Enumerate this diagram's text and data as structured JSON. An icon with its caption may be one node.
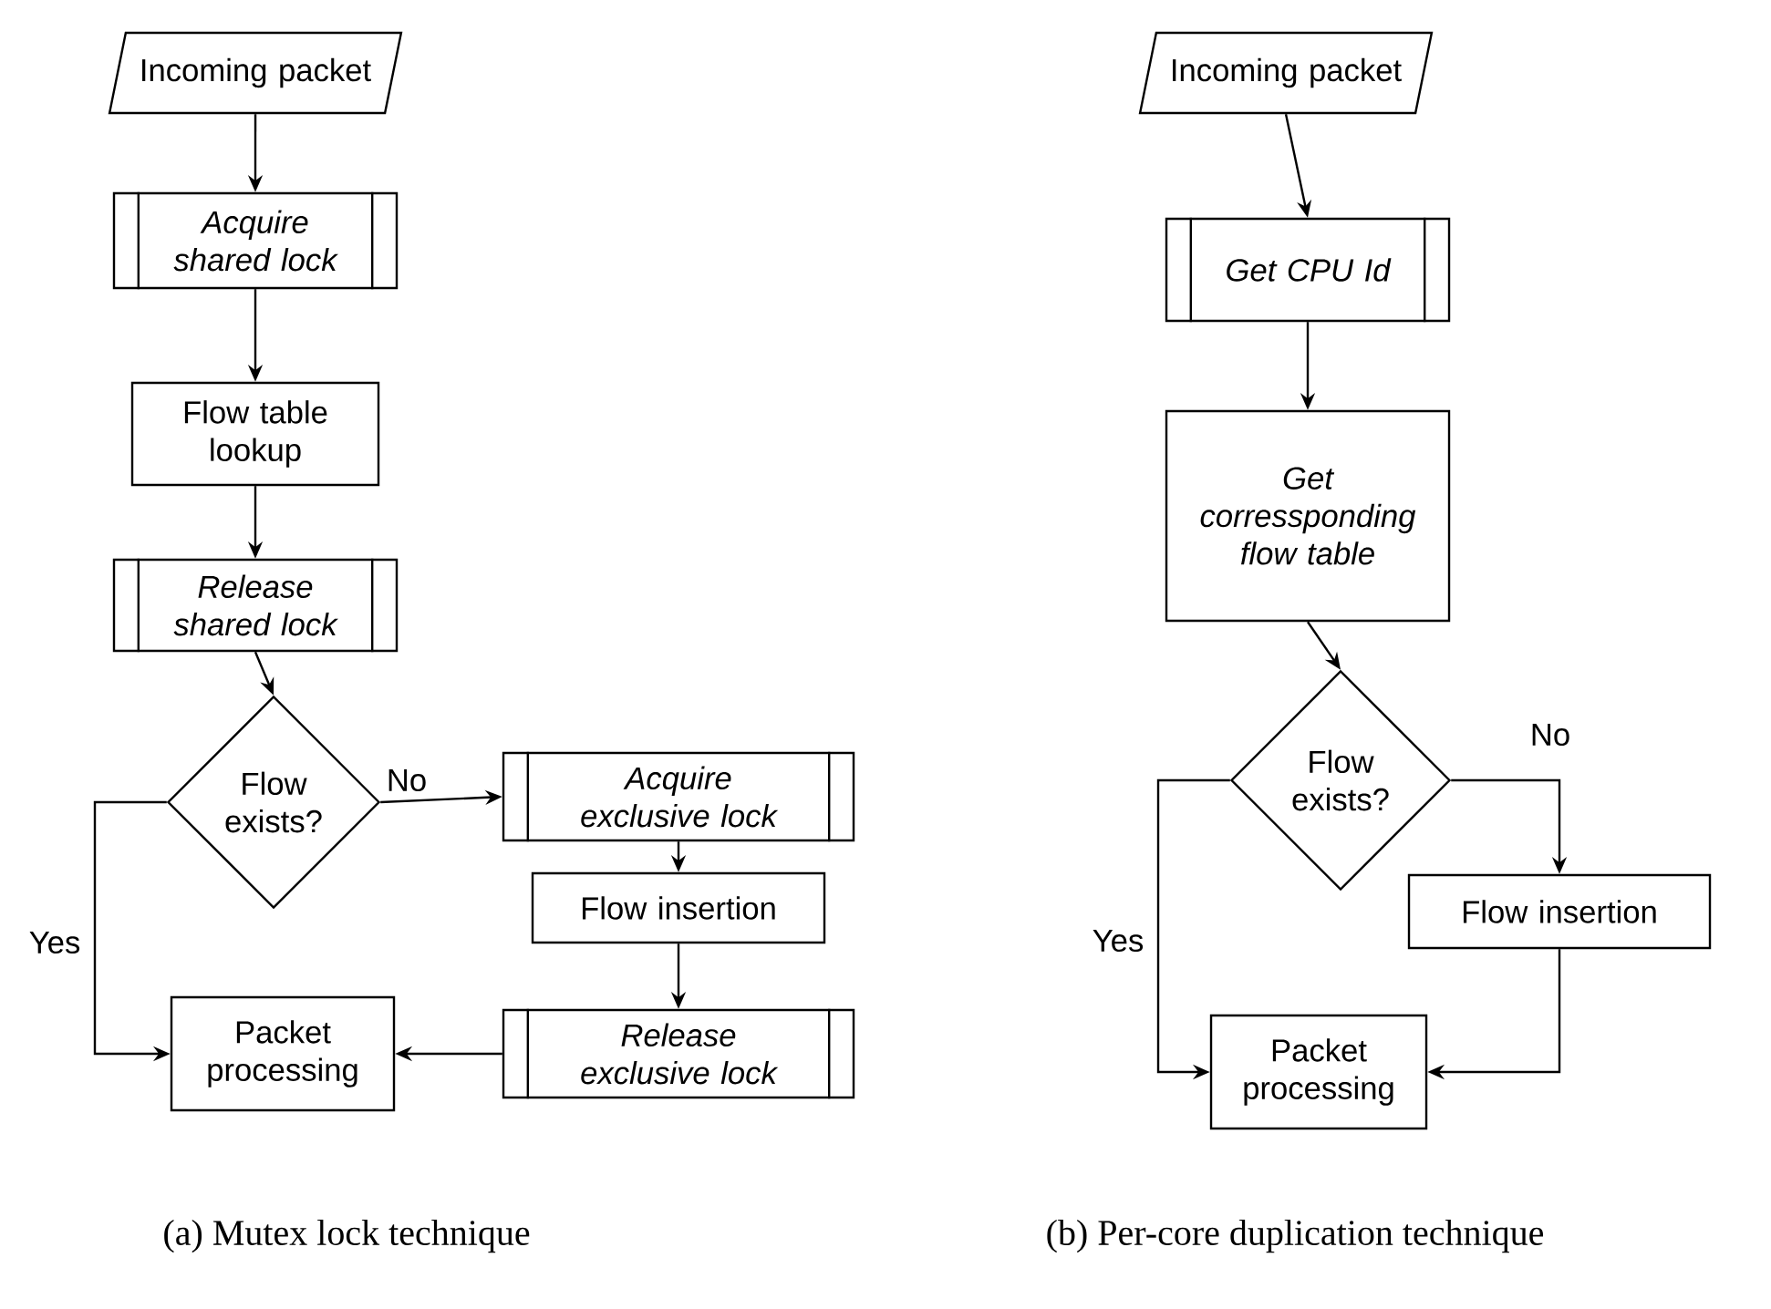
{
  "diagram": {
    "nodes": [
      {
        "text": [
          "Incoming packet"
        ]
      },
      {
        "text": [
          "Acquire shared lock"
        ]
      },
      {
        "text": [
          "Flow table lookup"
        ]
      },
      {
        "text": [
          "Release shared lock"
        ]
      },
      {
        "text": [
          "Flow exists?"
        ]
      },
      {
        "text": [
          "Acquire exclusive lock"
        ]
      },
      {
        "text": [
          "Flow insertion"
        ]
      },
      {
        "text": [
          "Packet processing"
        ]
      },
      {
        "text": [
          "Release exclusive lock"
        ]
      },
      {
        "text": [
          "Incoming packet"
        ]
      },
      {
        "text": [
          "Get CPU Id"
        ]
      },
      {
        "text": [
          "Get corressponding flow table"
        ]
      },
      {
        "text": [
          "Flow exists?"
        ]
      },
      {
        "text": [
          "Flow insertion"
        ]
      },
      {
        "text": [
          "Packet processing"
        ]
      }
    ],
    "edges": [
      {
        "from": 0,
        "to": 1,
        "arrow": "to"
      },
      {
        "from": 1,
        "to": 2,
        "arrow": "to"
      },
      {
        "from": 2,
        "to": 3,
        "arrow": "to"
      },
      {
        "from": 3,
        "to": 4,
        "arrow": "to"
      },
      {
        "from": 4,
        "to": 5,
        "arrow": "to",
        "label": "No"
      },
      {
        "from": 5,
        "to": 6,
        "arrow": "to"
      },
      {
        "from": 6,
        "to": 8,
        "arrow": "to"
      },
      {
        "from": 8,
        "to": 7,
        "arrow": "to"
      },
      {
        "from": 4,
        "to": 7,
        "arrow": "to",
        "label": "Yes"
      },
      {
        "from": 9,
        "to": 10,
        "arrow": "to"
      },
      {
        "from": 10,
        "to": 11,
        "arrow": "to"
      },
      {
        "from": 11,
        "to": 12,
        "arrow": "to"
      },
      {
        "from": 12,
        "to": 13,
        "arrow": "to",
        "label": "No"
      },
      {
        "from": 12,
        "to": 14,
        "arrow": "to",
        "label": "Yes"
      },
      {
        "from": 13,
        "to": 14,
        "arrow": "to"
      }
    ],
    "labels": [
      "(a) Mutex lock technique",
      "(b) Per-core duplication technique"
    ]
  }
}
